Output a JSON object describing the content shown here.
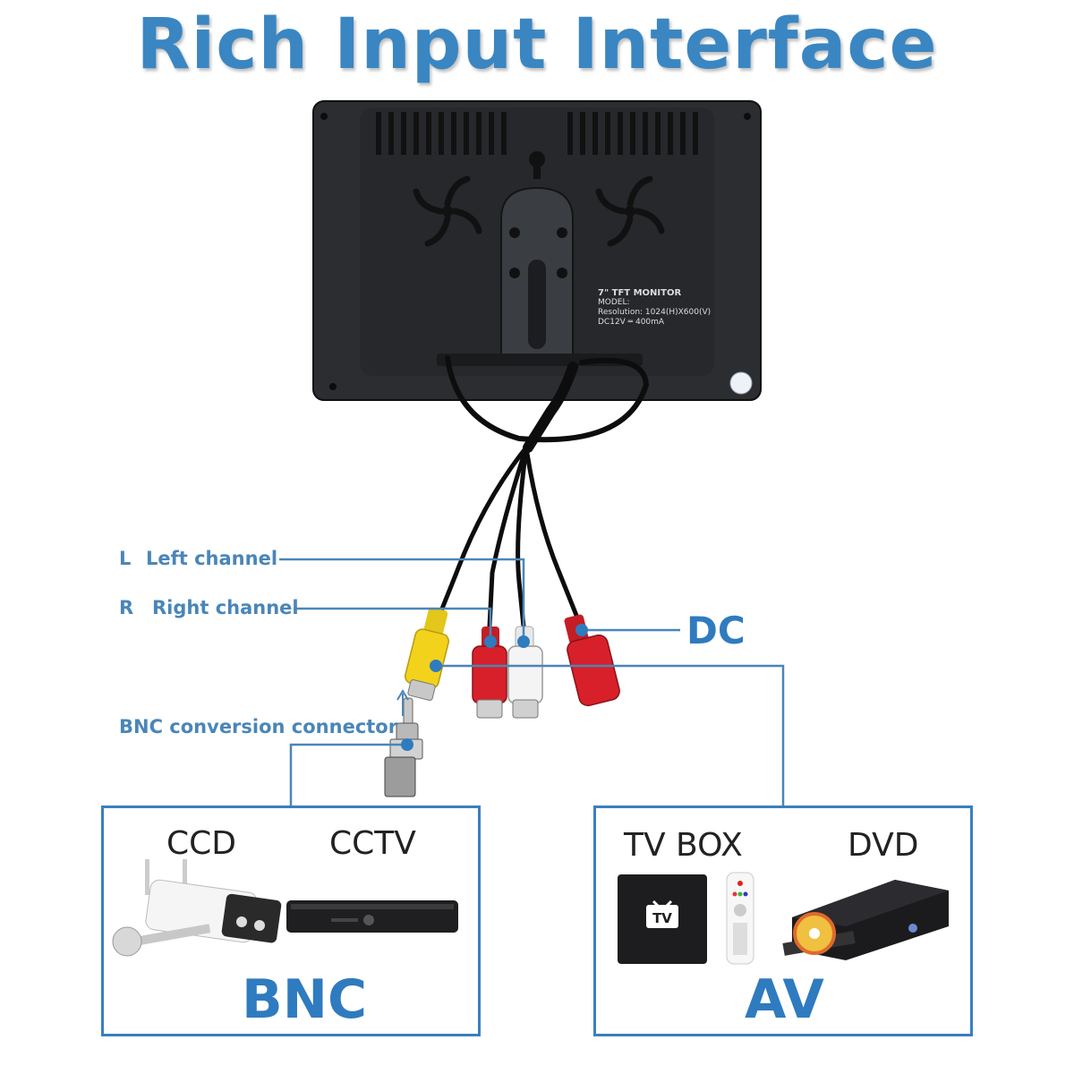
{
  "title": "Rich Input Interface",
  "monitor": {
    "label_title": "7\" TFT MONITOR",
    "label_model": "MODEL:",
    "label_resolution": "Resolution: 1024(H)X600(V)",
    "label_power": "DC12V ═ 400mA"
  },
  "callouts": {
    "left_letter": "L",
    "left_text": "Left channel",
    "right_letter": "R",
    "right_text": "Right channel",
    "dc": "DC",
    "bnc_connector": "BNC conversion connector"
  },
  "bnc_group": {
    "device1": "CCD",
    "device2": "CCTV",
    "label": "BNC"
  },
  "av_group": {
    "device1": "TV BOX",
    "device2": "DVD",
    "label": "AV",
    "tv_logo": "TV"
  },
  "colors": {
    "accent": "#2f7bbf",
    "line": "#3a7fbf",
    "yellow": "#f2d21b",
    "red": "#d8202a",
    "white": "#f4f4f4"
  }
}
